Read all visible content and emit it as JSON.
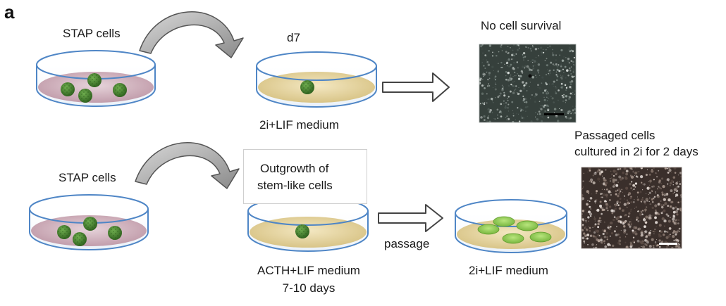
{
  "panel_label": "a",
  "labels": {
    "stap_top": "STAP cells",
    "day7": "d7",
    "medium_top": "2i+LIF medium",
    "no_survival": "No cell survival",
    "stap_bottom": "STAP cells",
    "outgrowth_line1": "Outgrowth of",
    "outgrowth_line2": "stem-like cells",
    "passage": "passage",
    "acth_line1": "ACTH+LIF medium",
    "acth_line2": "7-10 days",
    "medium_bottom": "2i+LIF medium",
    "passaged_line1": "Passaged cells",
    "passaged_line2": "cultured in 2i for 2 days"
  },
  "colors": {
    "dish_rim": "#4f86c6",
    "pink_medium": "#c9a9b5",
    "yellow_medium": "#e6d49a",
    "cluster": "#3d7a2a",
    "green_colony": "#8fcf4a",
    "arrow_fill": "#a8a8a8",
    "arrow_outline": "#555555",
    "micro_dark": "#2f3a36",
    "micro_light": "#4a3a34"
  }
}
